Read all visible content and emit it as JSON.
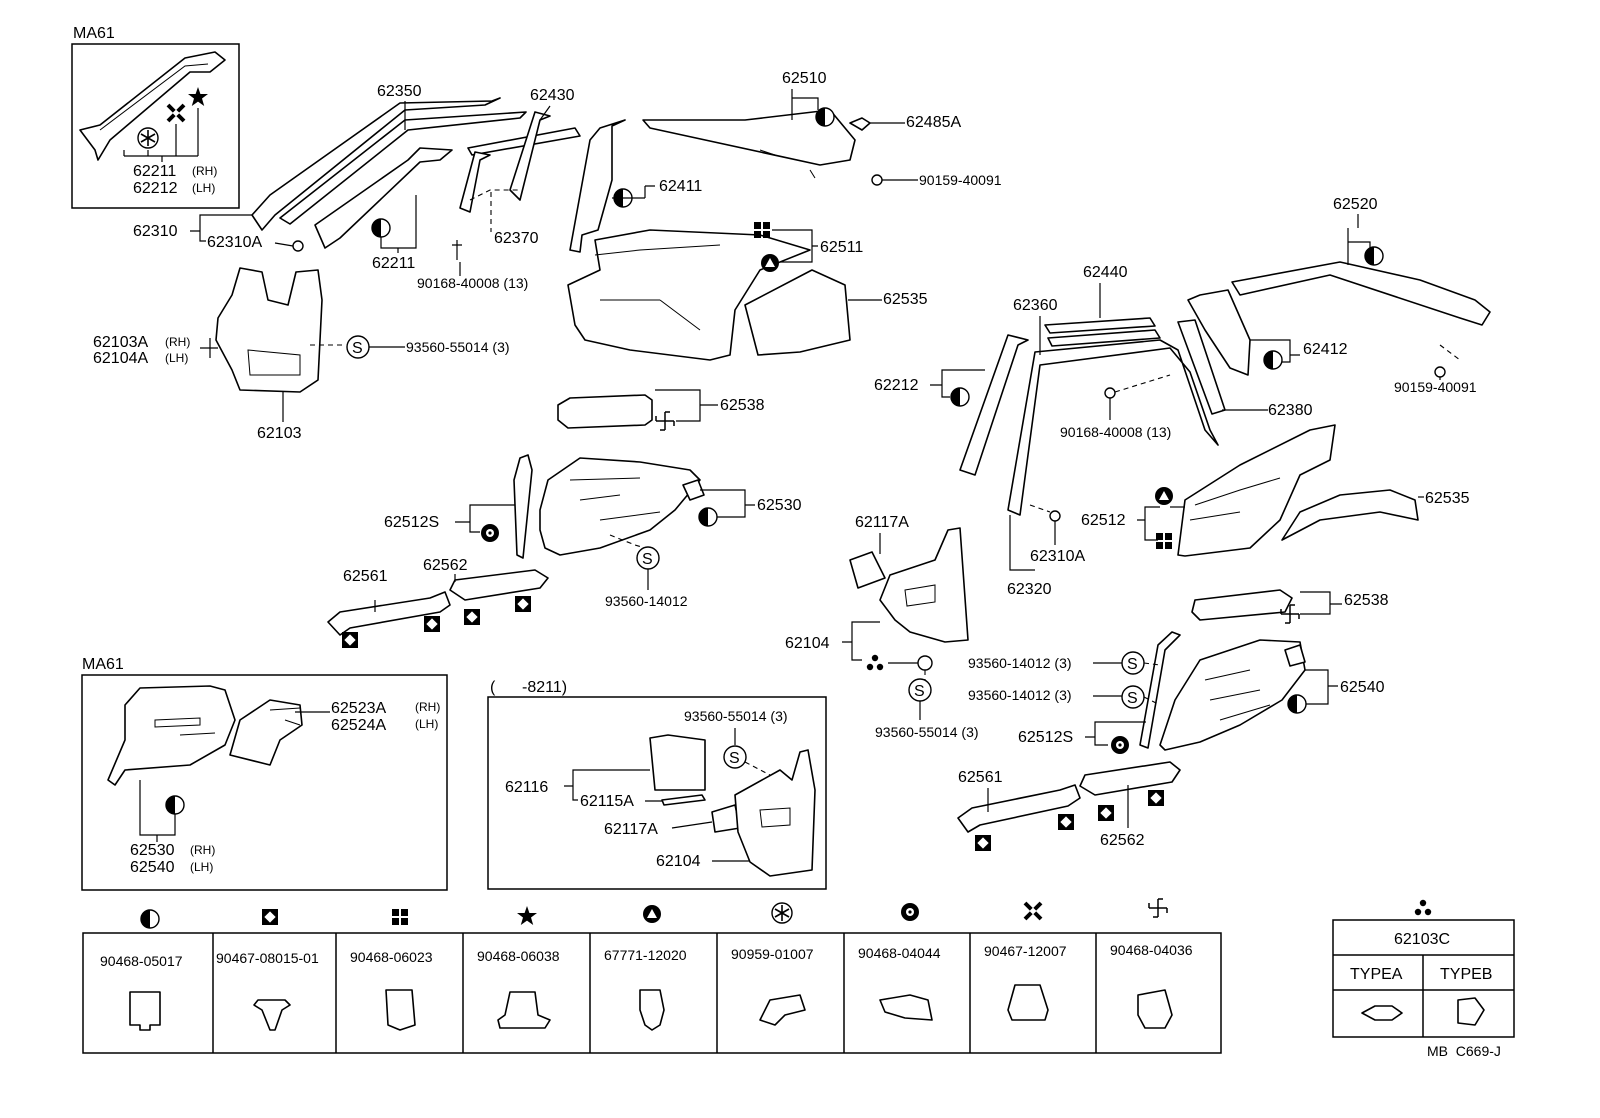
{
  "diagram": {
    "groups": {
      "ma61_a": "MA61",
      "ma61_b": "MA61",
      "range": "(      -8211)"
    },
    "labels": {
      "p62211_rh": "62211",
      "p62212_lh": "62212",
      "rh": "(RH)",
      "lh": "(LH)",
      "p62350": "62350",
      "p62430": "62430",
      "p62510": "62510",
      "p62485a": "62485A",
      "p90159_1": "90159-40091",
      "p62411": "62411",
      "p62310": "62310",
      "p62310a_1": "62310A",
      "p62211": "62211",
      "p90168_1": "90168-40008 (13)",
      "p62370": "62370",
      "p62511": "62511",
      "p62535_1": "62535",
      "p62103a": "62103A",
      "p62104a": "62104A",
      "rh2": "(RH)",
      "lh2": "(LH)",
      "p93560_55014_1": "93560-55014 (3)",
      "p62103": "62103",
      "p62538_1": "62538",
      "p62512s_1": "62512S",
      "p62530": "62530",
      "p62561_1": "62561",
      "p62562_1": "62562",
      "p93560_14012_1": "93560-14012",
      "p62520": "62520",
      "p62440": "62440",
      "p62360": "62360",
      "p62412": "62412",
      "p62212": "62212",
      "p90159_2": "90159-40091",
      "p90168_2": "90168-40008 (13)",
      "p62380": "62380",
      "p62117a_1": "62117A",
      "p62512": "62512",
      "p62535_2": "62535",
      "p62310a_2": "62310A",
      "p62320": "62320",
      "p62538_2": "62538",
      "p62104_1": "62104",
      "p93560_14012_2": "93560-14012 (3)",
      "p93560_14012_3": "93560-14012 (3)",
      "p62540": "62540",
      "p93560_55014_2": "93560-55014 (3)",
      "p62512s_2": "62512S",
      "p62561_2": "62561",
      "p62562_2": "62562",
      "p62523a": "62523A",
      "p62524a": "62524A",
      "rh3": "(RH)",
      "lh3": "(LH)",
      "p62530_rh": "62530",
      "p62540_lh": "62540",
      "rh4": "(RH)",
      "lh4": "(LH)",
      "p93560_55014_3": "93560-55014 (3)",
      "p62116": "62116",
      "p62115a": "62115A",
      "p62117a_2": "62117A",
      "p62104_2": "62104",
      "s": "S"
    },
    "clip_table": [
      {
        "symbol": "half-circle",
        "part": "90468-05017"
      },
      {
        "symbol": "square-dot",
        "part": "90467-08015-01"
      },
      {
        "symbol": "four-squares",
        "part": "90468-06023"
      },
      {
        "symbol": "star",
        "part": "90468-06038"
      },
      {
        "symbol": "triangle-circle",
        "part": "67771-12020"
      },
      {
        "symbol": "snowflake-circle",
        "part": "90959-01007"
      },
      {
        "symbol": "dot-circle",
        "part": "90468-04044"
      },
      {
        "symbol": "cross-diamond",
        "part": "90467-12007"
      },
      {
        "symbol": "pinwheel",
        "part": "90468-04036"
      }
    ],
    "type_table": {
      "part": "62103C",
      "type_a": "TYPEA",
      "type_b": "TYPEB"
    },
    "ref_code": "MB  C669-J"
  }
}
